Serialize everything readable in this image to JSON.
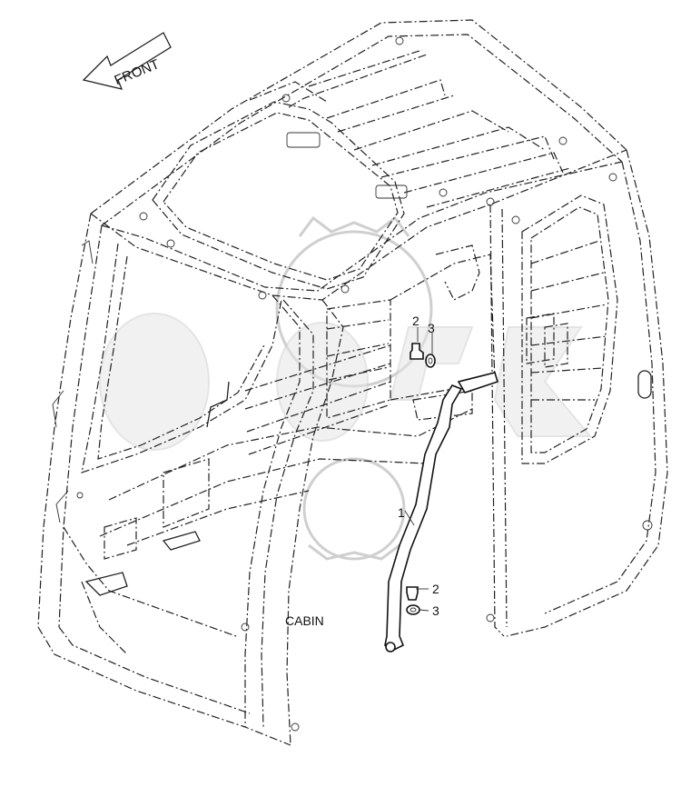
{
  "diagram": {
    "direction_label": "FRONT",
    "assembly_label": "CABIN",
    "watermark": "ОРЕХ",
    "callouts": [
      {
        "id": "callout-1",
        "text": "1"
      },
      {
        "id": "callout-2-upper",
        "text": "2"
      },
      {
        "id": "callout-3-upper",
        "text": "3"
      },
      {
        "id": "callout-2-lower",
        "text": "2"
      },
      {
        "id": "callout-3-lower",
        "text": "3"
      }
    ]
  }
}
